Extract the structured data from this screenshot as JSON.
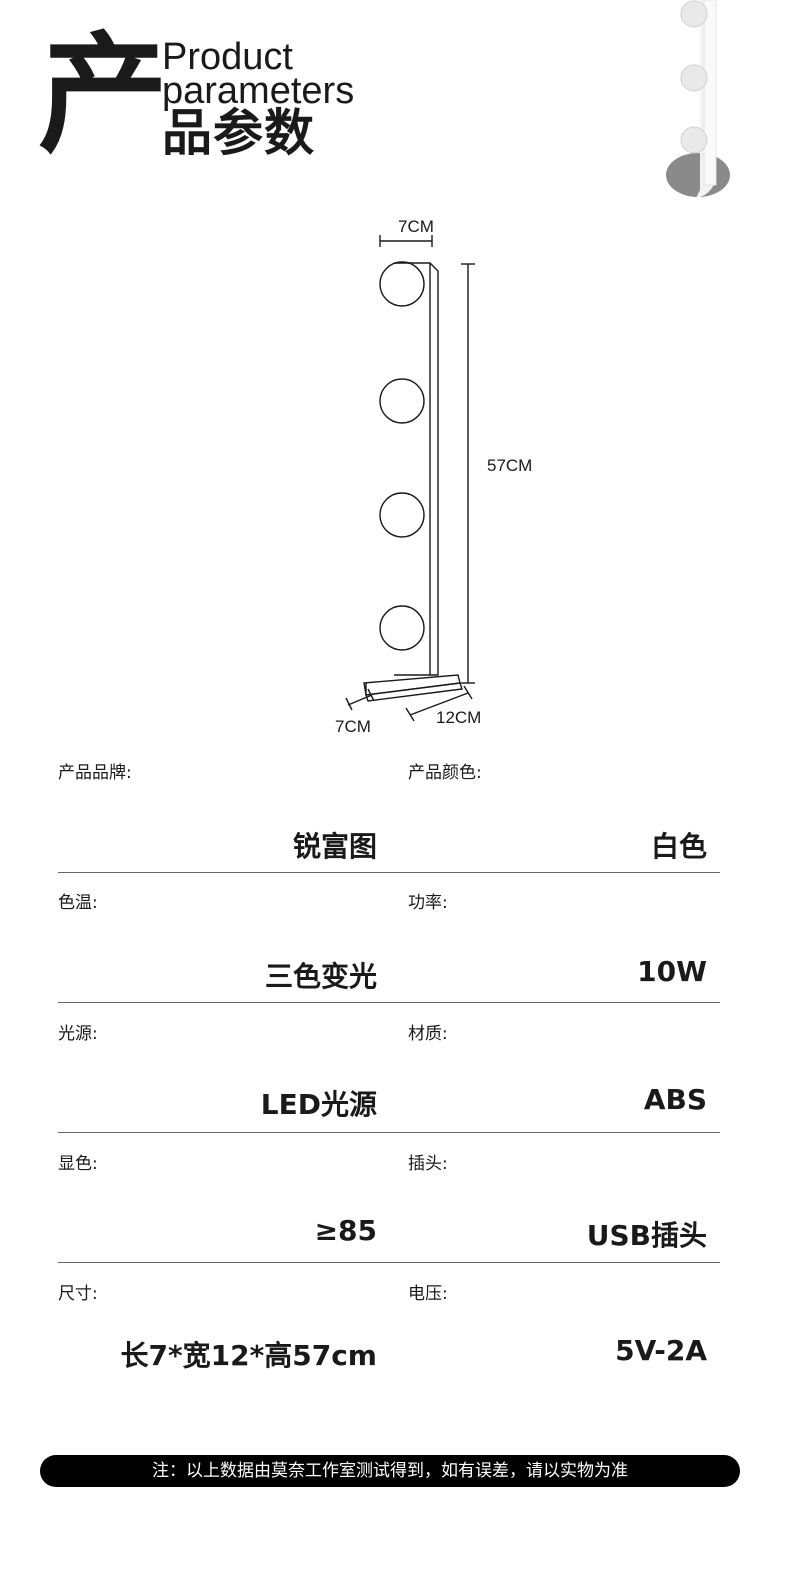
{
  "header": {
    "big_char": "产",
    "en_line1": "Product",
    "en_line2": "parameters",
    "cn_title": "品参数"
  },
  "diagram": {
    "top_width": "7CM",
    "height": "57CM",
    "base_depth": "7CM",
    "base_width": "12CM"
  },
  "params": [
    {
      "label": "产品品牌:",
      "value": "锐富图"
    },
    {
      "label": "产品颜色:",
      "value": "白色"
    },
    {
      "label": "色温:",
      "value": "三色变光"
    },
    {
      "label": "功率:",
      "value": "10W"
    },
    {
      "label": "光源:",
      "value": "LED光源"
    },
    {
      "label": "材质:",
      "value": "ABS"
    },
    {
      "label": "显色:",
      "value": "≥85"
    },
    {
      "label": "插头:",
      "value": "USB插头"
    },
    {
      "label": "尺寸:",
      "value": "长7*宽12*高57cm"
    },
    {
      "label": "电压:",
      "value": "5V-2A"
    }
  ],
  "note": "注：以上数据由莫奈工作室测试得到，如有误差，请以实物为准"
}
